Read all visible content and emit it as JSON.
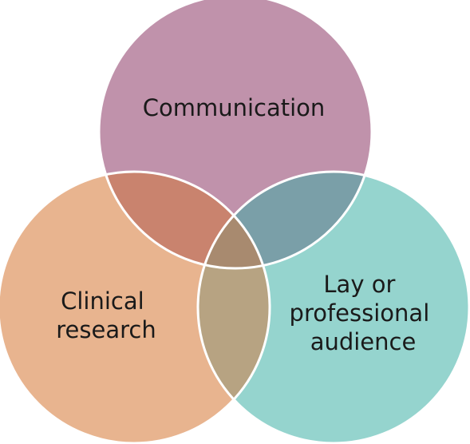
{
  "diagram": {
    "type": "venn",
    "circles": [
      {
        "id": "communication",
        "lines": [
          "Communication"
        ],
        "color": "#c092ab"
      },
      {
        "id": "clinical-research",
        "lines": [
          "Clinical",
          "research"
        ],
        "color": "#e8b48f"
      },
      {
        "id": "audience",
        "lines": [
          "Lay or",
          "professional",
          "audience"
        ],
        "color": "#95d4ce"
      }
    ],
    "overlap_colors": {
      "communication_clinical": "#c9836e",
      "communication_audience": "#7a9fa8",
      "clinical_audience": "#b7a382",
      "center": "#a88a6f"
    },
    "border_color": "#ffffff"
  }
}
